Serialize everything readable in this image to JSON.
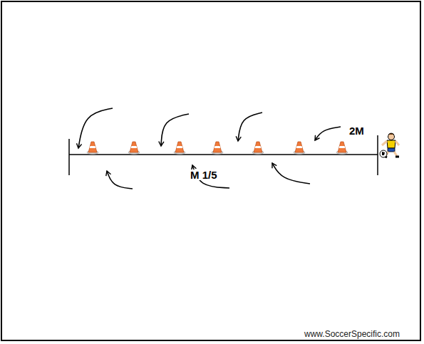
{
  "diagram": {
    "labels": [
      "2M",
      "M 1/5",
      "www.SoccerSpecific.com"
    ]
  }
}
